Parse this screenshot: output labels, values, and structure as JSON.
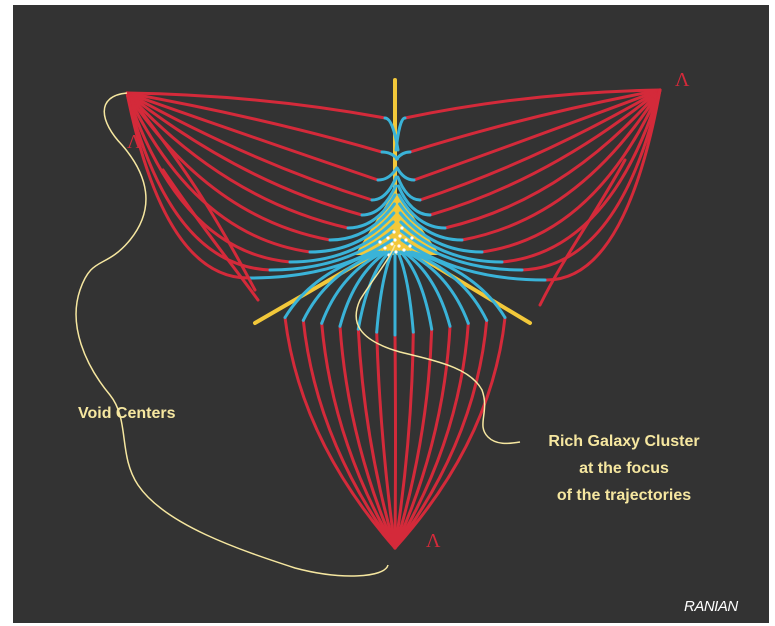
{
  "labels": {
    "void_centers": "Void Centers",
    "cluster_line1": "Rich Galaxy Cluster",
    "cluster_line2": "at the focus",
    "cluster_line3": "of the trajectories",
    "lambda": "Λ",
    "signature": "RANIAN"
  },
  "colors": {
    "background": "#333333",
    "trajectory_outer": "#d42a3a",
    "trajectory_inner": "#3ab3d8",
    "wedge": "#f2c83a",
    "label": "#f6e7a0",
    "lambda": "#d42a3a"
  }
}
